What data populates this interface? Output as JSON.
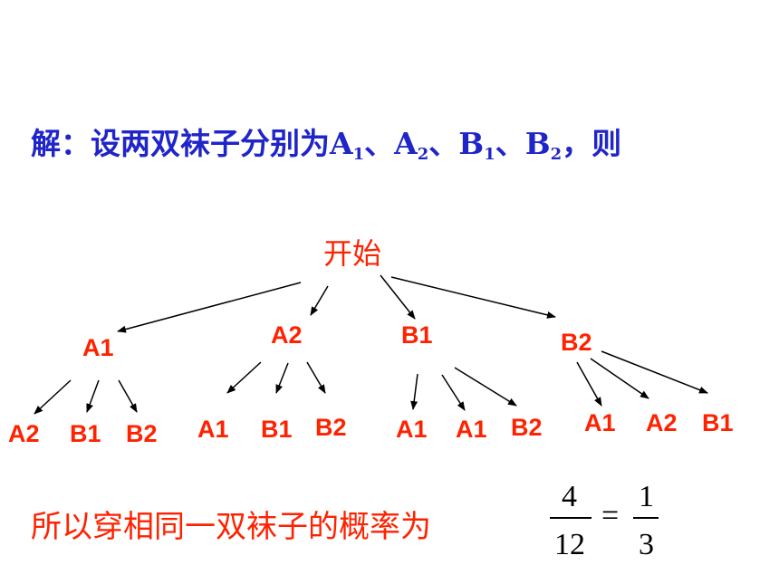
{
  "colors": {
    "blue": "#1f25c8",
    "red": "#ff2200",
    "black": "#000000"
  },
  "solution": {
    "prefix": "解：设两双袜子分别为",
    "items": [
      {
        "letter": "A",
        "sub": "1",
        "sep": "、"
      },
      {
        "letter": "A",
        "sub": "2",
        "sep": "、"
      },
      {
        "letter": "B",
        "sub": "1",
        "sep": "、"
      },
      {
        "letter": "B",
        "sub": "2",
        "sep": "，"
      }
    ],
    "suffix": "则"
  },
  "tree": {
    "root": "开始",
    "level1": [
      "A1",
      "A2",
      "B1",
      "B2"
    ],
    "level2": [
      [
        "A2",
        "B1",
        "B2"
      ],
      [
        "A1",
        "B1",
        "B2"
      ],
      [
        "A1",
        "A1",
        "B2"
      ],
      [
        "A1",
        "A2",
        "B1"
      ]
    ]
  },
  "conclusion": {
    "text": "所以穿相同一双袜子的概率为",
    "fraction1": {
      "numerator": "4",
      "denominator": "12"
    },
    "equals": "=",
    "fraction2": {
      "numerator": "1",
      "denominator": "3"
    }
  }
}
